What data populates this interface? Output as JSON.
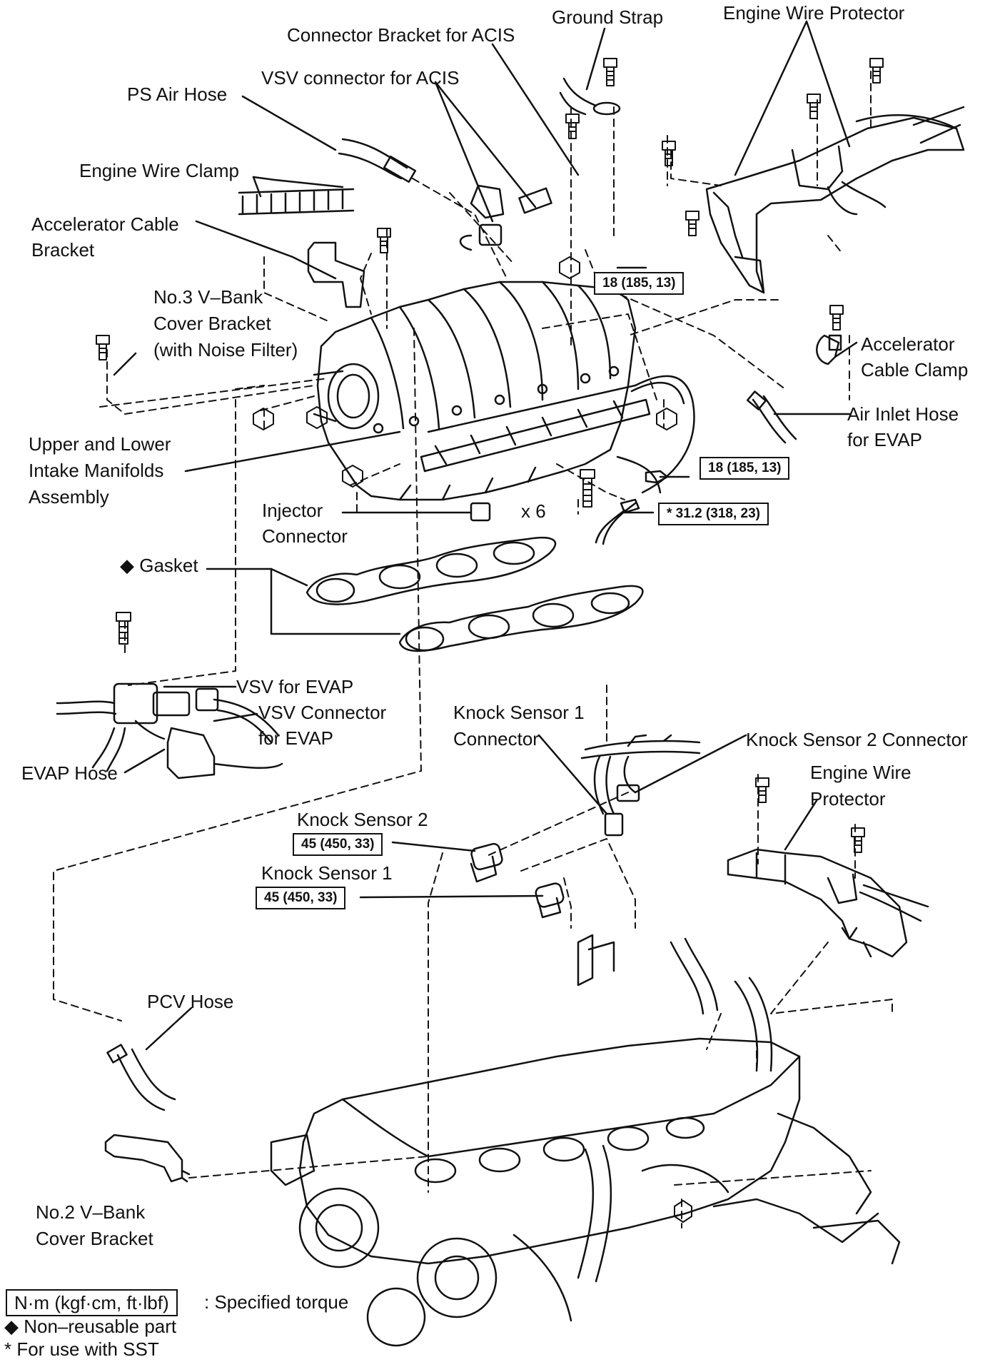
{
  "labels": {
    "ground_strap": "Ground Strap",
    "engine_wire_protector_top": "Engine Wire Protector",
    "connector_bracket_acis": "Connector Bracket for ACIS",
    "vsv_connector_acis": "VSV connector for ACIS",
    "ps_air_hose": "PS Air Hose",
    "engine_wire_clamp": "Engine Wire Clamp",
    "accelerator_cable_bracket": [
      "Accelerator Cable",
      "Bracket"
    ],
    "no3_vbank_cover_bracket": [
      "No.3 V–Bank",
      "Cover Bracket",
      "(with Noise Filter)"
    ],
    "accelerator_cable_clamp": [
      "Accelerator",
      "Cable Clamp"
    ],
    "air_inlet_hose_evap": [
      "Air Inlet Hose",
      "for EVAP"
    ],
    "intake_manifolds": [
      "Upper and Lower",
      "Intake Manifolds",
      "Assembly"
    ],
    "injector_connector": [
      "Injector",
      "Connector"
    ],
    "x6": "x 6",
    "gasket": "◆ Gasket",
    "vsv_for_evap": "VSV for EVAP",
    "vsv_connector_evap": [
      "VSV Connector",
      "for EVAP"
    ],
    "evap_hose": "EVAP Hose",
    "knock_sensor1_connector": [
      "Knock Sensor 1",
      "Connector"
    ],
    "knock_sensor2_connector": "Knock Sensor 2 Connector",
    "engine_wire_protector_mid": [
      "Engine Wire",
      "Protector"
    ],
    "knock_sensor2": "Knock Sensor 2",
    "knock_sensor1": "Knock Sensor 1",
    "pcv_hose": "PCV Hose",
    "no2_vbank_cover_bracket": [
      "No.2 V–Bank",
      "Cover Bracket"
    ]
  },
  "torques": {
    "t1": "18 (185, 13)",
    "t2": "18 (185, 13)",
    "t3": "* 31.2 (318, 23)",
    "ks2": "45 (450, 33)",
    "ks1": "45 (450, 33)"
  },
  "legend": {
    "unit_box": "N·m (kgf·cm, ft·lbf)",
    "unit_desc": ": Specified torque",
    "nonreusable": "◆ Non–reusable part",
    "sst": "* For use with SST"
  }
}
